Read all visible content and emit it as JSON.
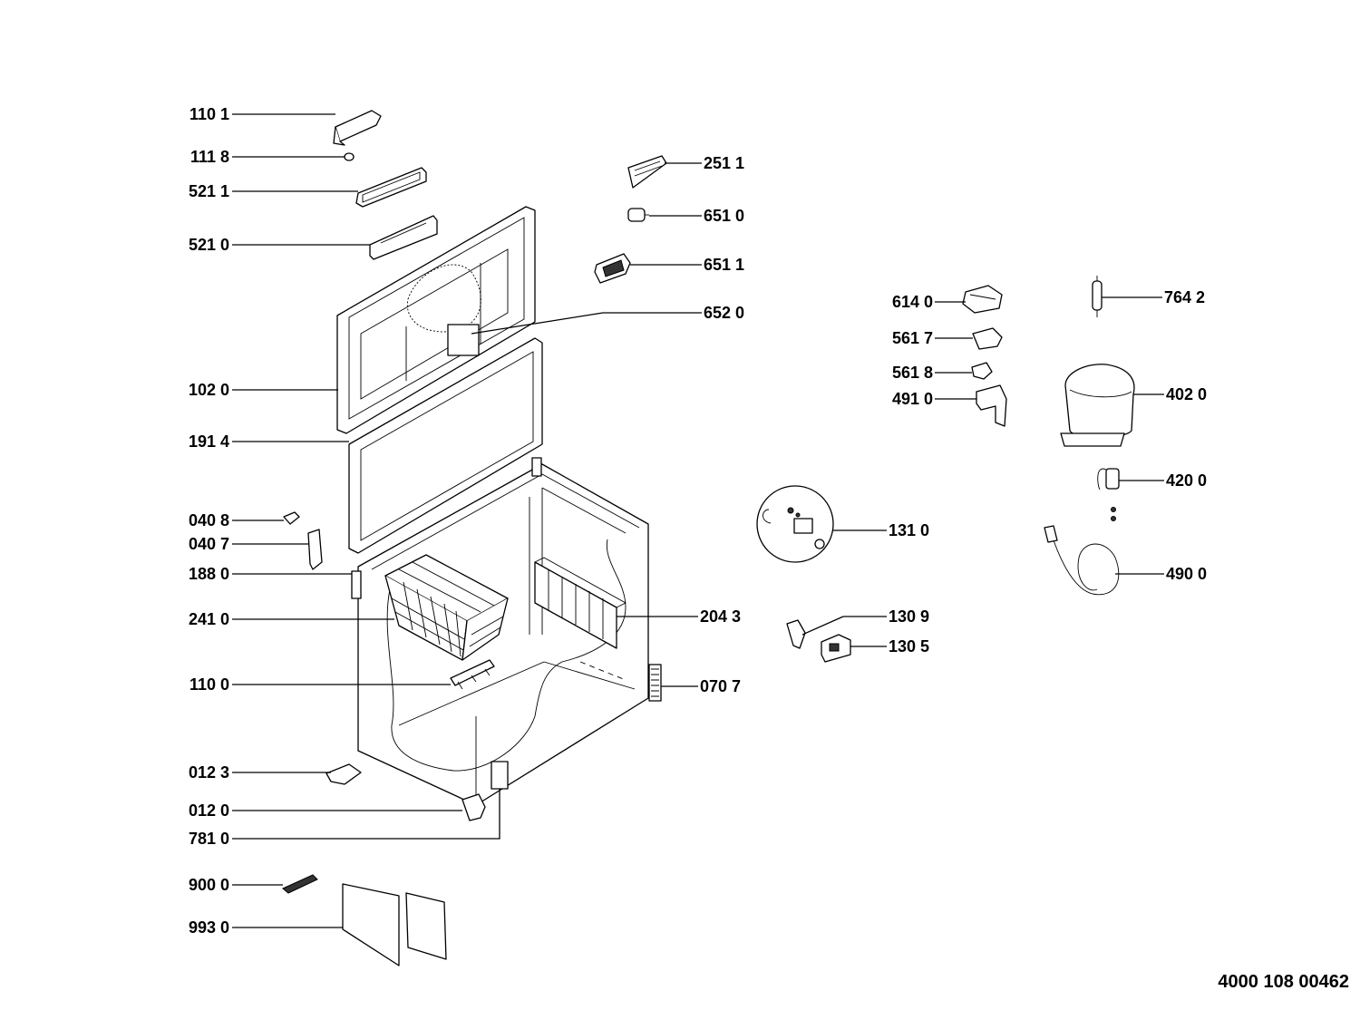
{
  "document_id": "4000 108 00462",
  "labels": {
    "p1101": "110 1",
    "p1118": "111 8",
    "p5211": "521 1",
    "p5210": "521 0",
    "p1020": "102 0",
    "p1914": "191 4",
    "p0408": "040 8",
    "p0407": "040 7",
    "p1880": "188 0",
    "p2410": "241 0",
    "p1100": "110 0",
    "p0123": "012 3",
    "p0120": "012 0",
    "p7810": "781 0",
    "p9000": "900 0",
    "p9930": "993 0",
    "p2511": "251 1",
    "p6510": "651 0",
    "p6511": "651 1",
    "p6520": "652 0",
    "p2043": "204 3",
    "p0707": "070 7",
    "p6140": "614 0",
    "p5617": "561 7",
    "p5618": "561 8",
    "p4910": "491 0",
    "p7642": "764 2",
    "p4020": "402 0",
    "p4200": "420 0",
    "p1310": "131 0",
    "p4900": "490 0",
    "p1309": "130 9",
    "p1305": "130 5"
  }
}
